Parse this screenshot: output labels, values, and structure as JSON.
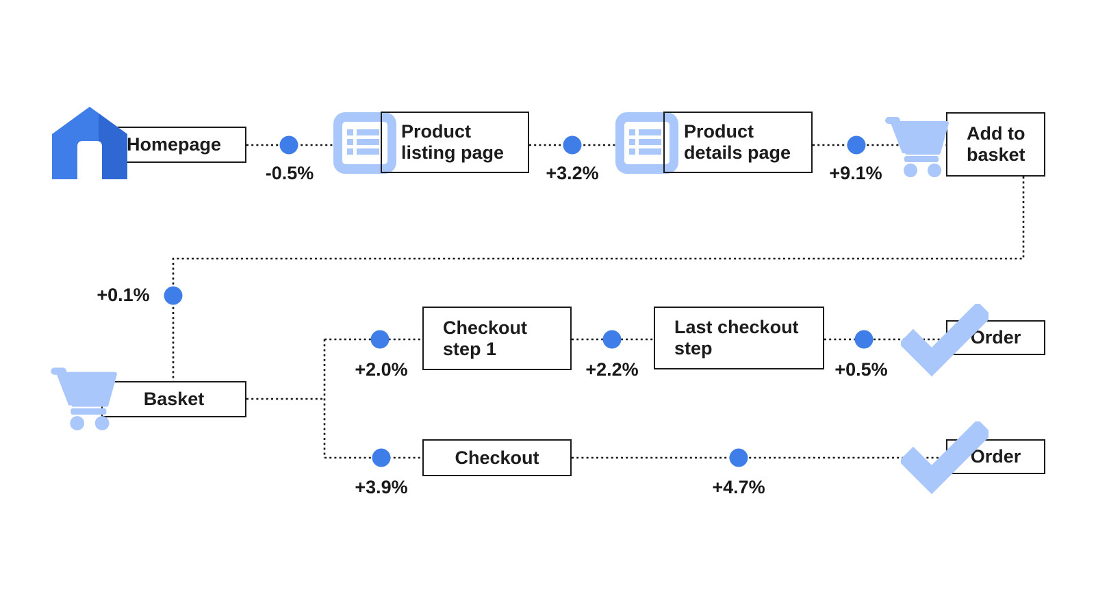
{
  "colors": {
    "primary_blue": "#3F7DE9",
    "primary_blue_dark": "#2F67D3",
    "light_blue": "#A9C7FA",
    "line_black": "#151515",
    "text_black": "#1C1C1C"
  },
  "nodes": {
    "homepage": {
      "label": "Homepage",
      "icon": "home-icon"
    },
    "product_listing": {
      "label": "Product\nlisting page",
      "icon": "listing-page-icon"
    },
    "product_details": {
      "label": "Product\ndetails page",
      "icon": "listing-page-icon"
    },
    "add_to_basket": {
      "label": "Add to\nbasket",
      "icon": "cart-icon"
    },
    "basket": {
      "label": "Basket",
      "icon": "cart-icon"
    },
    "checkout_step_1": {
      "label": "Checkout\nstep 1"
    },
    "last_checkout_step": {
      "label": "Last checkout\nstep"
    },
    "order_top": {
      "label": "Order",
      "icon": "check-icon"
    },
    "checkout": {
      "label": "Checkout"
    },
    "order_bottom": {
      "label": "Order",
      "icon": "check-icon"
    }
  },
  "edges": [
    {
      "from": "Homepage",
      "to": "Product listing page",
      "delta": "-0.5%"
    },
    {
      "from": "Product listing page",
      "to": "Product details page",
      "delta": "+3.2%"
    },
    {
      "from": "Product details page",
      "to": "Add to basket",
      "delta": "+9.1%"
    },
    {
      "from": "Add to basket",
      "to": "Basket",
      "delta": "+0.1%"
    },
    {
      "from": "Basket",
      "to": "Checkout step 1",
      "delta": "+2.0%"
    },
    {
      "from": "Checkout step 1",
      "to": "Last checkout step",
      "delta": "+2.2%"
    },
    {
      "from": "Last checkout step",
      "to": "Order",
      "delta": "+0.5%"
    },
    {
      "from": "Basket",
      "to": "Checkout",
      "delta": "+3.9%"
    },
    {
      "from": "Checkout",
      "to": "Order",
      "delta": "+4.7%"
    }
  ]
}
